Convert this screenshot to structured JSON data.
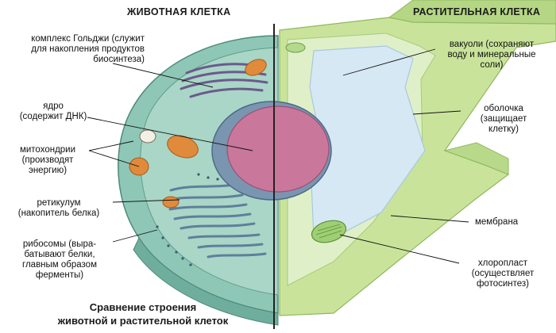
{
  "headers": {
    "animal": "ЖИВОТНАЯ КЛЕТКА",
    "plant": "РАСТИТЕЛЬНАЯ КЛЕТКА"
  },
  "labels": {
    "golgi": "комплекс Гольджи (служит\nдля накопления продуктов\nбиосинтеза)",
    "nucleus": "ядро\n(содержит ДНК)",
    "mitochondria": "митохондрии\n(производят\nэнергию)",
    "reticulum": "ретикулум\n(накопитель белка)",
    "ribosomes": "рибосомы (выра-\nбатывают белки,\nглавным образом\nферменты)",
    "vacuoles": "вакуоли (сохраняют\nводу и минеральные\nсоли)",
    "wall": "оболочка\n(защищает\nклетку)",
    "membrane": "мембрана",
    "chloroplast": "хлоропласт\n(осуществляет\nфотосинтез)"
  },
  "caption": "Сравнение строения\nживотной и растительной клеток",
  "colors": {
    "plant_wall": "#c9e49a",
    "plant_wall_dark": "#9cc56a",
    "vacuole": "#d6e8f4",
    "nucleus": "#c9779b",
    "cytoplasm": "#9fd0c2",
    "reticulum": "#6f8aa6",
    "mitochondria": "#e08a3c",
    "divider": "#222222"
  }
}
